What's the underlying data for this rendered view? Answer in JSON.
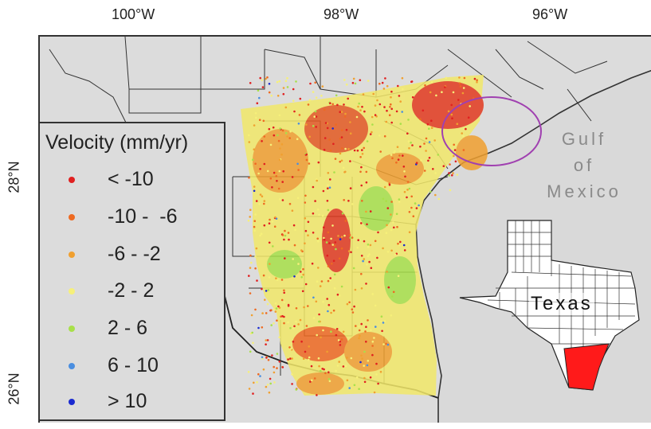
{
  "axes": {
    "longitude_ticks": [
      "100°W",
      "98°W",
      "96°W"
    ],
    "latitude_ticks": [
      "28°N",
      "26°N"
    ]
  },
  "legend": {
    "title": "Velocity (mm/yr)",
    "items": [
      {
        "label": "< -10",
        "color": "#e02020"
      },
      {
        "label": "-10 -  -6",
        "color": "#ee6a22"
      },
      {
        "label": "-6 - -2",
        "color": "#f0a030"
      },
      {
        "label": "-2 - 2",
        "color": "#f6f07a"
      },
      {
        "label": "2 - 6",
        "color": "#a8e04a"
      },
      {
        "label": "6 - 10",
        "color": "#4a8ee0"
      },
      {
        "label": "> 10",
        "color": "#1a2ad0"
      }
    ]
  },
  "labels": {
    "gulf_line1": "Gulf",
    "gulf_line2": "of",
    "gulf_line3": "Mexico",
    "inset_state": "Texas"
  },
  "colors": {
    "land": "#dcdcdc",
    "borders": "#333333",
    "highlight_circle": "#a040b0",
    "inset_region": "#ff1a1a"
  }
}
